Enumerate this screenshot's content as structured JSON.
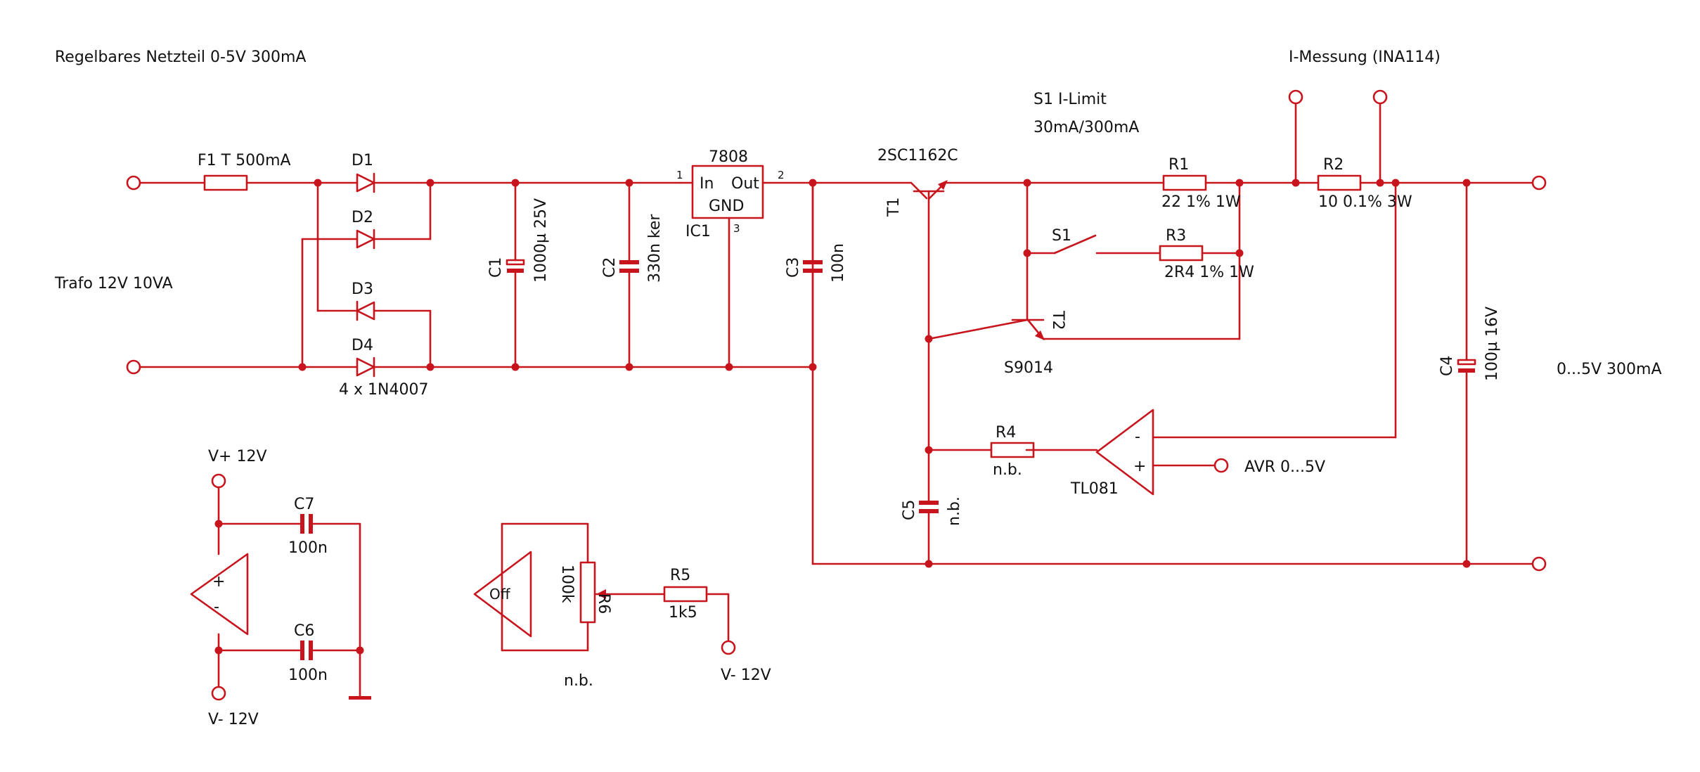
{
  "colors": {
    "wire": "#c8141c",
    "text": "#111111",
    "background": "#ffffff"
  },
  "notes": {
    "title": "Regelbares Netzteil 0-5V 300mA",
    "transformer": "Trafo 12V 10VA",
    "current_measure": "I-Messung (INA114)",
    "s1_title": "S1 I-Limit",
    "s1_values": "30mA/300mA",
    "output": "0...5V 300mA",
    "avr_input": "AVR 0...5V",
    "vplus": "V+ 12V",
    "vminus_left": "V- 12V",
    "vminus_right": "V- 12V",
    "nb_offset": "n.b."
  },
  "components": {
    "f1": "F1 T 500mA",
    "d1": "D1",
    "d2": "D2",
    "d3": "D3",
    "d4": "D4",
    "diode_type": "4 x 1N4007",
    "c1_ref": "C1",
    "c1_val": "1000µ 25V",
    "c2_ref": "C2",
    "c2_val": "330n ker",
    "c3_ref": "C3",
    "c3_val": "100n",
    "c4_ref": "C4",
    "c4_val": "100µ 16V",
    "c5_ref": "C5",
    "c5_val": "n.b.",
    "c6_ref": "C6",
    "c6_val": "100n",
    "c7_ref": "C7",
    "c7_val": "100n",
    "ic1_type": "7808",
    "ic1_ref": "IC1",
    "ic1_pin1": "1",
    "ic1_pin2": "2",
    "ic1_pin3": "3",
    "ic1_in": "In",
    "ic1_out": "Out",
    "ic1_gnd": "GND",
    "t1_ref": "T1",
    "t1_type": "2SC1162C",
    "t2_ref": "T2",
    "t2_type": "S9014",
    "r1_ref": "R1",
    "r1_val": "22 1% 1W",
    "r2_ref": "R2",
    "r2_val": "10 0.1% 3W",
    "r3_ref": "R3",
    "r3_val": "2R4 1% 1W",
    "r4_ref": "R4",
    "r4_val": "n.b.",
    "r5_ref": "R5",
    "r5_val": "1k5",
    "r6_ref": "R6",
    "r6_val": "100k",
    "s1_ref": "S1",
    "opamp_type": "TL081",
    "opamp_minus": "-",
    "opamp_plus": "+",
    "ps_opamp_plus": "+",
    "ps_opamp_minus": "-",
    "offset_label": "Off"
  }
}
